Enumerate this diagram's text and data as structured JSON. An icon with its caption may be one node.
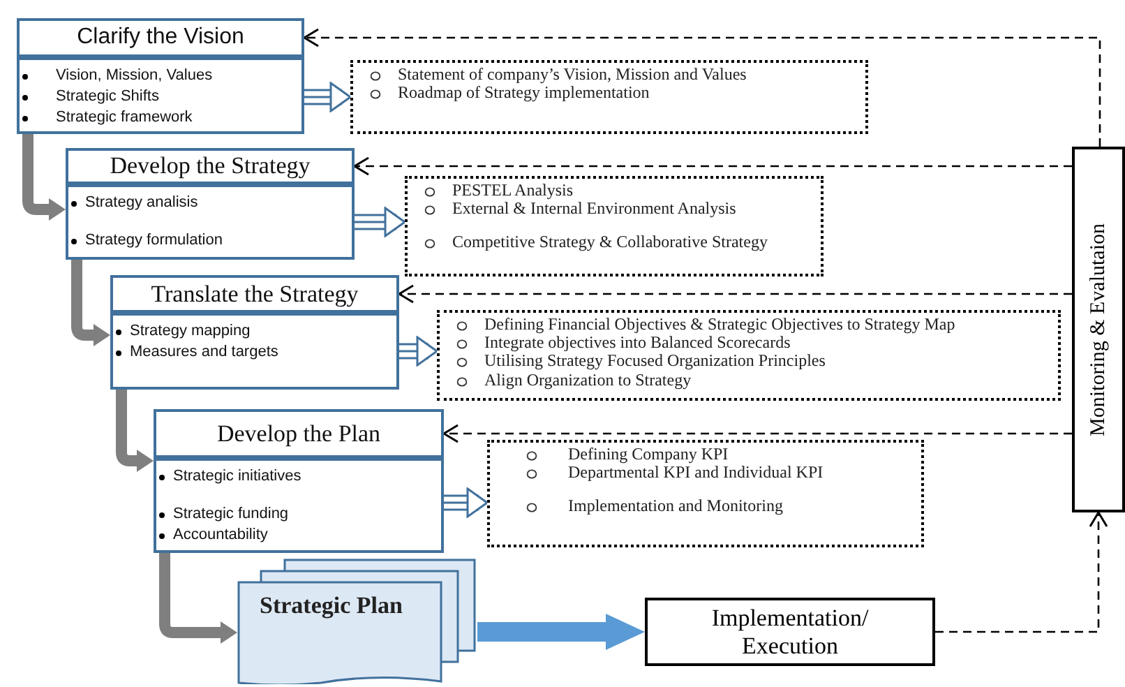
{
  "diagram": {
    "nodes": [
      {
        "text": [
          "Clarify the Vision"
        ]
      },
      {
        "text": [
          "Vision, Mission, Values",
          "Strategic Shifts",
          "Strategic framework"
        ]
      },
      {
        "text": [
          "Statement of company’s Vision, Mission and Values",
          "Roadmap of  Strategy implementation"
        ]
      },
      {
        "text": [
          "Develop the Strategy"
        ]
      },
      {
        "text": [
          "Strategy analisis",
          "Strategy formulation"
        ]
      },
      {
        "text": [
          "PESTEL Analysis",
          "External & Internal Environment Analysis",
          "Competitive Strategy & Collaborative Strategy"
        ]
      },
      {
        "text": [
          "Translate the Strategy"
        ]
      },
      {
        "text": [
          "Strategy mapping",
          "Measures and targets"
        ]
      },
      {
        "text": [
          "Defining Financial Objectives & Strategic Objectives to Strategy Map",
          "Integrate objectives into Balanced Scorecards",
          "Utilising Strategy Focused Organization Principles",
          "Align Organization to Strategy"
        ]
      },
      {
        "text": [
          "Develop the Plan"
        ]
      },
      {
        "text": [
          "Strategic initiatives",
          "Strategic funding",
          "Accountability"
        ]
      },
      {
        "text": [
          "Defining Company KPI",
          "Departmental KPI and Individual KPI",
          "Implementation and Monitoring"
        ]
      },
      {
        "text": [
          "Strategic Plan"
        ]
      },
      {
        "text": [
          "Implementation/ Execution"
        ]
      },
      {
        "text": [
          "Monitoring & Evalutaion"
        ]
      }
    ],
    "edges": [
      {
        "from": 1,
        "to": 2,
        "arrow": "to",
        "color": "#41719c"
      },
      {
        "from": 1,
        "to": 4,
        "arrow": "to",
        "style": "thick",
        "color": "#7f7f7f"
      },
      {
        "from": 4,
        "to": 5,
        "arrow": "to",
        "color": "#41719c"
      },
      {
        "from": 4,
        "to": 7,
        "arrow": "to",
        "style": "thick",
        "color": "#7f7f7f"
      },
      {
        "from": 7,
        "to": 8,
        "arrow": "to",
        "color": "#41719c"
      },
      {
        "from": 7,
        "to": 10,
        "arrow": "to",
        "style": "thick",
        "color": "#7f7f7f"
      },
      {
        "from": 10,
        "to": 11,
        "arrow": "to",
        "color": "#41719c"
      },
      {
        "from": 10,
        "to": 12,
        "arrow": "to",
        "style": "thick",
        "color": "#7f7f7f"
      },
      {
        "from": 12,
        "to": 13,
        "arrow": "to",
        "style": "thick",
        "color": "#5b9bd5"
      },
      {
        "from": 13,
        "to": 14,
        "arrow": "to",
        "style": "dashed"
      },
      {
        "from": 14,
        "to": 0,
        "arrow": "to",
        "style": "dashed"
      },
      {
        "from": 14,
        "to": 3,
        "arrow": "to",
        "style": "dashed"
      },
      {
        "from": 14,
        "to": 6,
        "arrow": "to",
        "style": "dashed"
      },
      {
        "from": 14,
        "to": 9,
        "arrow": "to",
        "style": "dashed"
      }
    ]
  }
}
